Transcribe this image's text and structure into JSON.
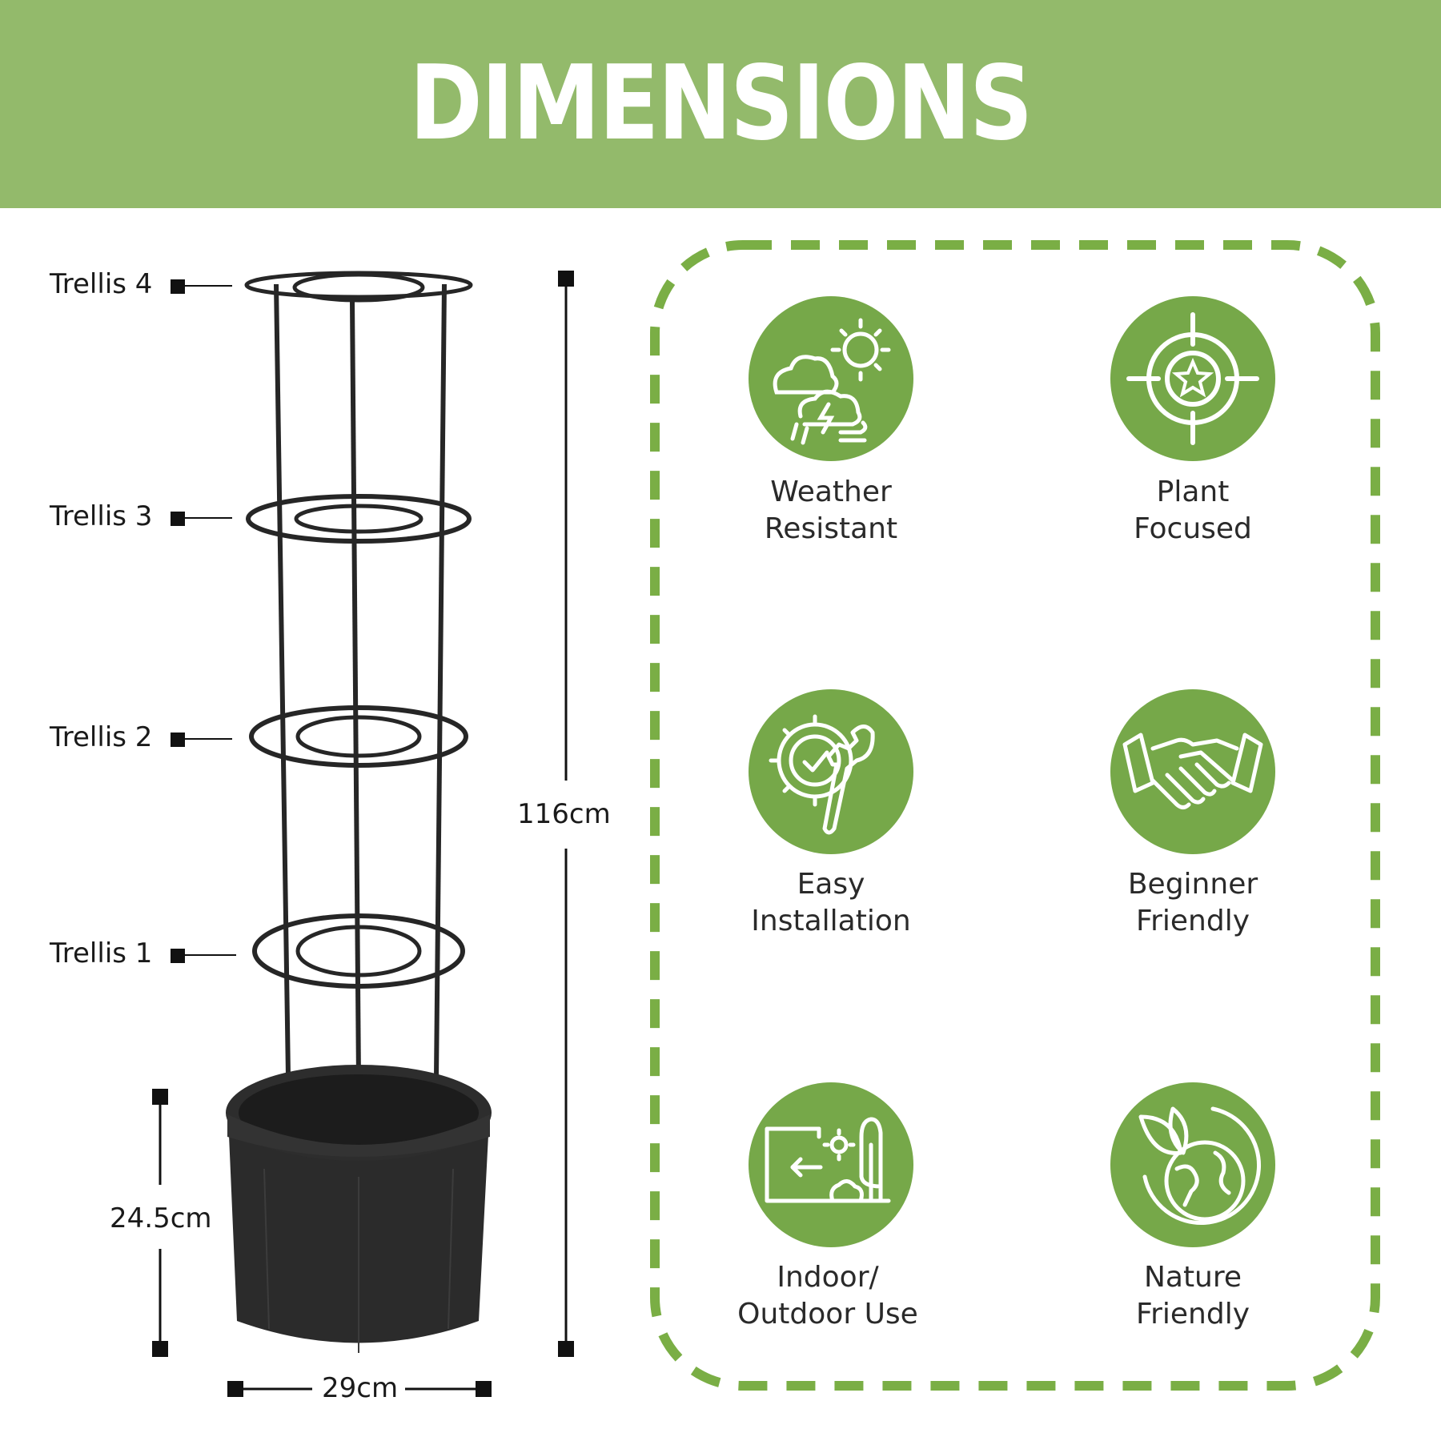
{
  "header": {
    "title": "DIMENSIONS"
  },
  "trellis_labels": [
    "Trellis 4",
    "Trellis 3",
    "Trellis 2",
    "Trellis 1"
  ],
  "dimensions": {
    "height_total": "116cm",
    "pot_height": "24.5cm",
    "pot_width": "29cm"
  },
  "colors": {
    "header_green": "#93ba6b",
    "icon_green": "#76a849",
    "dash_green": "#7aae45",
    "product_black": "#262626"
  },
  "features": [
    {
      "icon": "weather-icon",
      "line1": "Weather",
      "line2": "Resistant"
    },
    {
      "icon": "target-star-icon",
      "line1": "Plant",
      "line2": "Focused"
    },
    {
      "icon": "gear-wrench-icon",
      "line1": "Easy",
      "line2": "Installation"
    },
    {
      "icon": "handshake-icon",
      "line1": "Beginner",
      "line2": "Friendly"
    },
    {
      "icon": "indoor-outdoor-icon",
      "line1": "Indoor/",
      "line2": "Outdoor Use"
    },
    {
      "icon": "leaf-globe-icon",
      "line1": "Nature",
      "line2": "Friendly"
    }
  ]
}
